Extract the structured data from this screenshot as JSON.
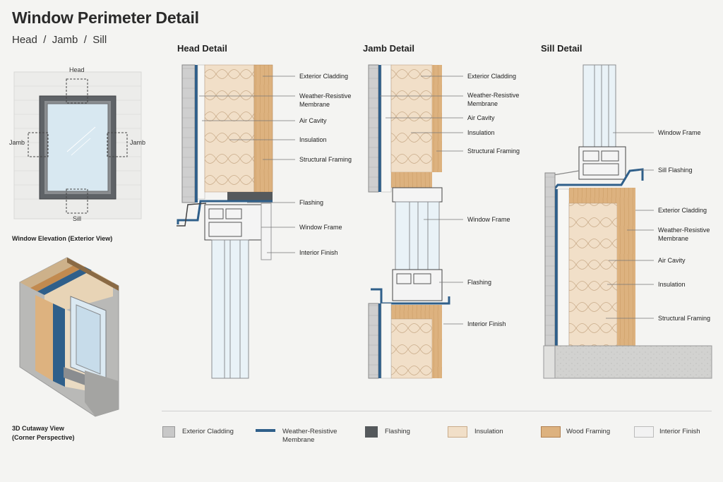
{
  "title": "Window Perimeter Detail",
  "subtitle": "Head  /  Jamb  /  Sill",
  "elevation": {
    "caption": "Window Elevation (Exterior View)",
    "labels": {
      "head": "Head",
      "jamb_left": "Jamb",
      "jamb_right": "Jamb",
      "sill": "Sill"
    }
  },
  "cutaway": {
    "caption_line1": "3D Cutaway View",
    "caption_line2": "(Corner Perspective)"
  },
  "head_detail": {
    "title": "Head Detail",
    "callouts": [
      "Exterior Cladding",
      "Weather-Resistive\nMembrane",
      "Air Cavity",
      "Insulation",
      "Structural Framing",
      "Flashing",
      "Window Frame",
      "Interior Finish"
    ]
  },
  "jamb_detail": {
    "title": "Jamb Detail",
    "callouts": [
      "Exterior Cladding",
      "Weather-Resistive\nMembrane",
      "Air Cavity",
      "Insulation",
      "Structural Framing",
      "Window Frame",
      "Flashing",
      "Interior Finish"
    ]
  },
  "sill_detail": {
    "title": "Sill Detail",
    "callouts": [
      "Window Frame",
      "Sill Flashing",
      "Exterior Cladding",
      "Weather-Resistive\nMembrane",
      "Air Cavity",
      "Insulation",
      "Structural Framing"
    ]
  },
  "legend": [
    {
      "label": "Exterior Cladding",
      "icon": "cladding-swatch",
      "color": "#c8c8c8"
    },
    {
      "label": "Weather-Resistive\nMembrane",
      "icon": "membrane-line",
      "color": "#2f5f8a"
    },
    {
      "label": "Flashing",
      "icon": "flashing-swatch",
      "color": "#55595c"
    },
    {
      "label": "Insulation",
      "icon": "insulation-swatch",
      "color": "#f1dfc8"
    },
    {
      "label": "Wood Framing",
      "icon": "wood-swatch",
      "color": "#ddb27f"
    },
    {
      "label": "Interior Finish",
      "icon": "finish-swatch",
      "color": "#f2f2f2"
    }
  ]
}
